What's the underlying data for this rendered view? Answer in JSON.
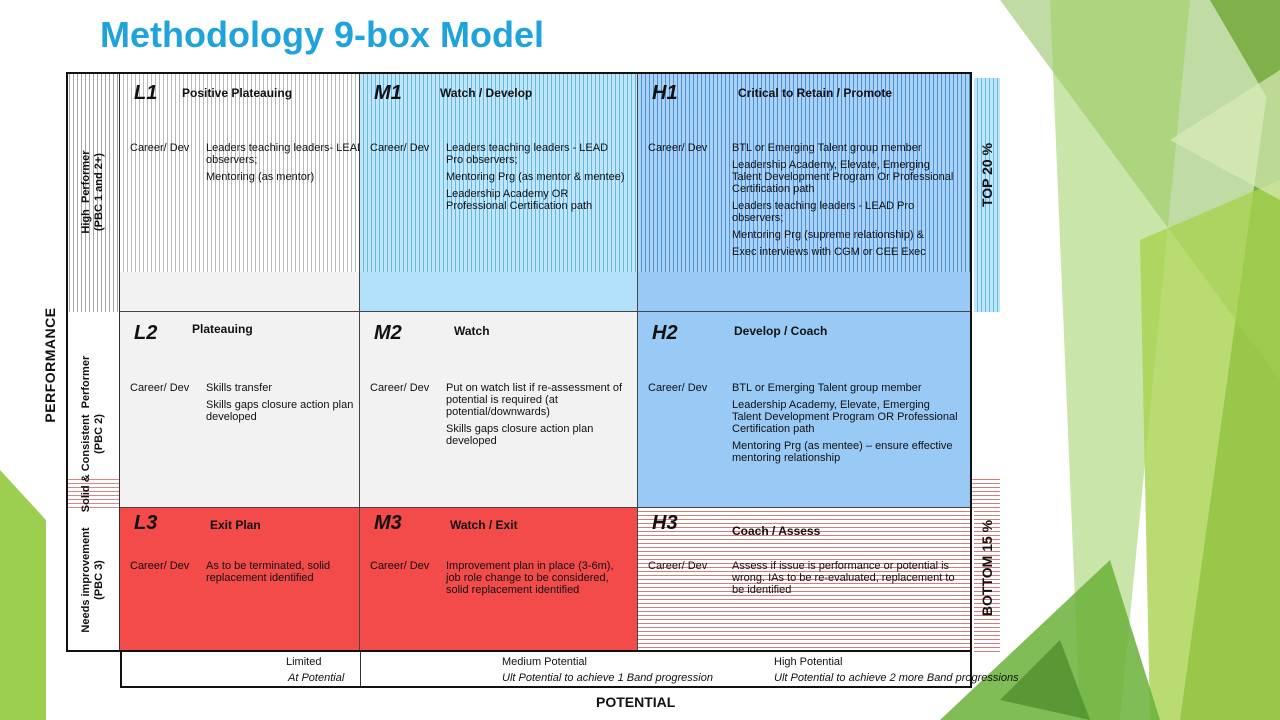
{
  "title": "Methodology 9-box Model",
  "axes": {
    "performance": "PERFORMANCE",
    "potential": "POTENTIAL",
    "top_label": "TOP 20 %",
    "bottom_label": "BOTTOM 15 %"
  },
  "rows": [
    {
      "label": "High  Performer\n(PBC 1 and 2+)"
    },
    {
      "label": "Solid & Consistent  Performer\n(PBC 2)"
    },
    {
      "label": "Needs improvement\n(PBC 3)"
    }
  ],
  "cells": {
    "L1": {
      "code": "L1",
      "heading": "Positive Plateauing",
      "label": "Career/ Dev",
      "items": [
        "Leaders teaching leaders- LEAD Pro observers;",
        "Mentoring (as mentor)"
      ]
    },
    "M1": {
      "code": "M1",
      "heading": "Watch  / Develop",
      "label": "Career/ Dev",
      "items": [
        "Leaders teaching leaders -  LEAD Pro observers;",
        "Mentoring Prg (as mentor & mentee)",
        "Leadership Academy OR Professional Certification path"
      ]
    },
    "H1": {
      "code": "H1",
      "heading": "Critical  to Retain  / Promote",
      "label": "Career/ Dev",
      "items": [
        "BTL or Emerging Talent group member",
        "Leadership Academy, Elevate, Emerging Talent Development Program Or Professional Certification path",
        "Leaders teaching leaders -  LEAD Pro observers;",
        "Mentoring Prg (supreme relationship) &",
        "Exec interviews with CGM or CEE Exec"
      ]
    },
    "L2": {
      "code": "L2",
      "heading": "Plateauing",
      "label": "Career/ Dev",
      "items": [
        "Skills transfer",
        "Skills gaps closure action plan developed"
      ]
    },
    "M2": {
      "code": "M2",
      "heading": "Watch",
      "label": "Career/ Dev",
      "items": [
        "Put on watch list if re-assessment of potential is required (at potential/downwards)",
        "Skills gaps closure action plan developed"
      ]
    },
    "H2": {
      "code": "H2",
      "heading": "Develop  / Coach",
      "label": "Career/ Dev",
      "items": [
        "BTL or Emerging Talent group member",
        "Leadership Academy, Elevate, Emerging Talent Development Program OR Professional Certification path",
        "Mentoring Prg  (as mentee) – ensure effective mentoring relationship"
      ]
    },
    "L3": {
      "code": "L3",
      "heading": "Exit Plan",
      "label": "Career/ Dev",
      "items": [
        "As to  be terminated, solid replacement identified"
      ]
    },
    "M3": {
      "code": "M3",
      "heading": "Watch  / Exit",
      "label": "Career/ Dev",
      "items": [
        "Improvement plan in place (3-6m), job role change to be considered, solid replacement identified"
      ]
    },
    "H3": {
      "code": "H3",
      "heading": "Coach  / Assess",
      "label": "Career/ Dev",
      "items": [
        "Assess if issue is performance or potential is wrong. IAs to be re-evaluated, replacement to be identified"
      ]
    }
  },
  "potential": [
    {
      "label": "Limited",
      "sub": "At Potential"
    },
    {
      "label": "Medium Potential",
      "sub": "Ult Potential to achieve 1 Band progression"
    },
    {
      "label": "High Potential",
      "sub": "Ult Potential to achieve 2 more Band progressions"
    }
  ]
}
